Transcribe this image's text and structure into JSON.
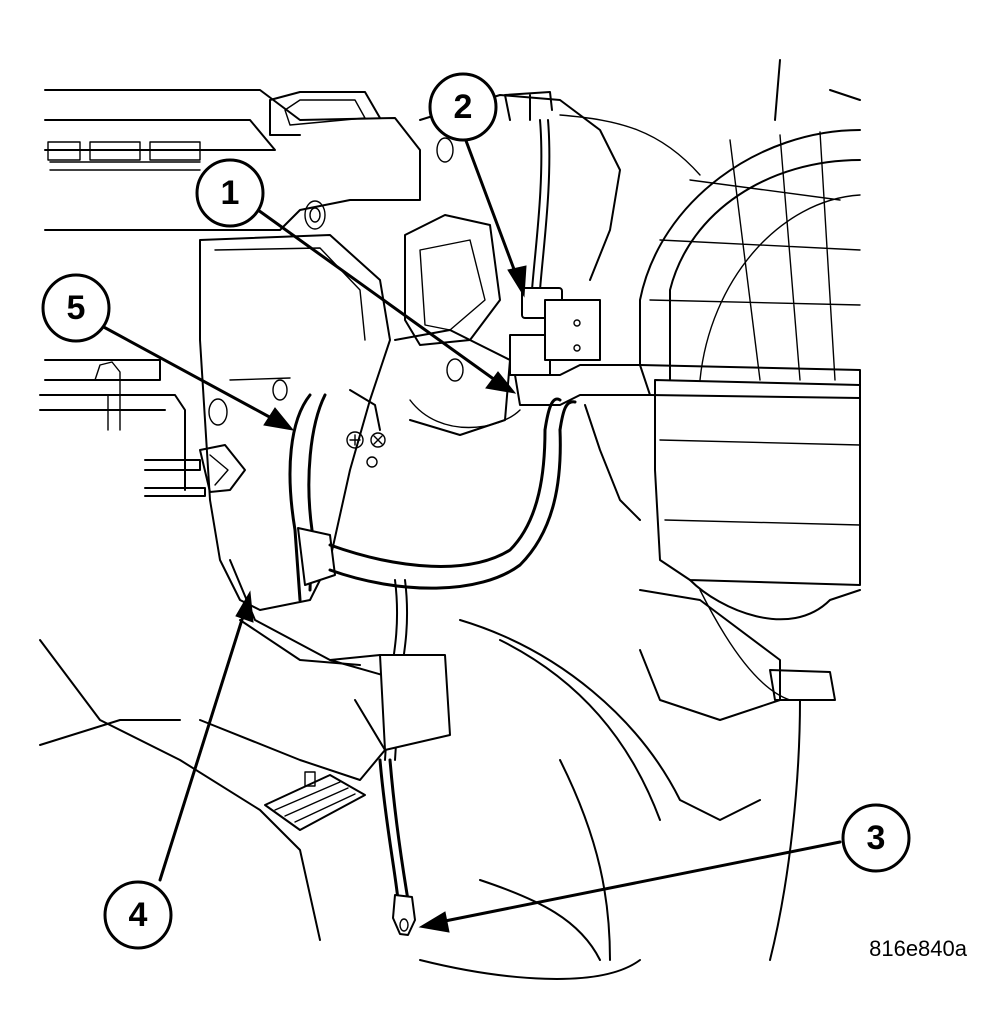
{
  "figure_id": "816e840a",
  "callouts": [
    {
      "label": "1"
    },
    {
      "label": "2"
    },
    {
      "label": "3"
    },
    {
      "label": "4"
    },
    {
      "label": "5"
    }
  ]
}
